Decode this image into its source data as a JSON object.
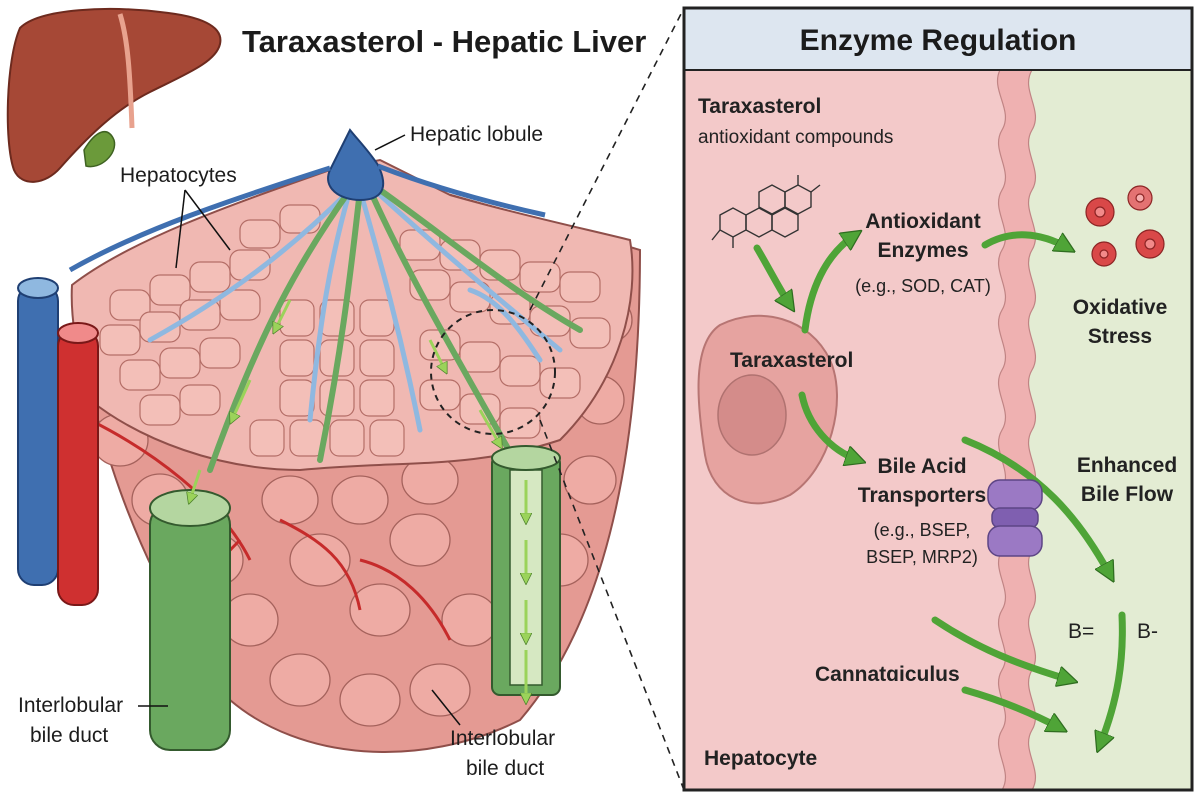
{
  "left": {
    "title": "Taraxasterol - Hepatic Liver",
    "labels": {
      "hepatic_lobule": "Hepatic lobule",
      "hepatocytes": "Hepatocytes",
      "interlobular_left_1": "Interlobular",
      "interlobular_left_2": "bile duct",
      "interlobular_right_1": "Interlobular",
      "interlobular_right_2": "bile duct"
    }
  },
  "panel": {
    "title": "Enzyme Regulation",
    "compound_name": "Taraxasterol",
    "compound_desc": "antioxidant compounds",
    "cell_label": "Taraxasterol",
    "enzymes_1": "Antioxidant",
    "enzymes_2": "Enzymes",
    "enzymes_eg": "(e.g., SOD, CAT)",
    "oxidative_1": "Oxidative",
    "oxidative_2": "Stress",
    "transporters_1": "Bile Acid",
    "transporters_2": "Transporters",
    "transporters_eg_1": "(e.g., BSEP,",
    "transporters_eg_2": "BSEP, MRP2)",
    "bile_flow_1": "Enhanced",
    "bile_flow_2": "Bile Flow",
    "b_equals": "B=",
    "b_minus": "B-",
    "canaliculus": "Cannatɑiculus",
    "hepatocyte": "Hepatocyte"
  },
  "colors": {
    "panel_left_bg": "#f3c9c9",
    "panel_right_bg": "#e3ecd3",
    "panel_header_bg": "#dde6f0",
    "arrow_green": "#4fa437",
    "hepatocyte_pink": "#f2b3ae",
    "duct_green": "#6aa85f",
    "vein_blue": "#3f6fb0",
    "artery_red": "#cf3030"
  }
}
